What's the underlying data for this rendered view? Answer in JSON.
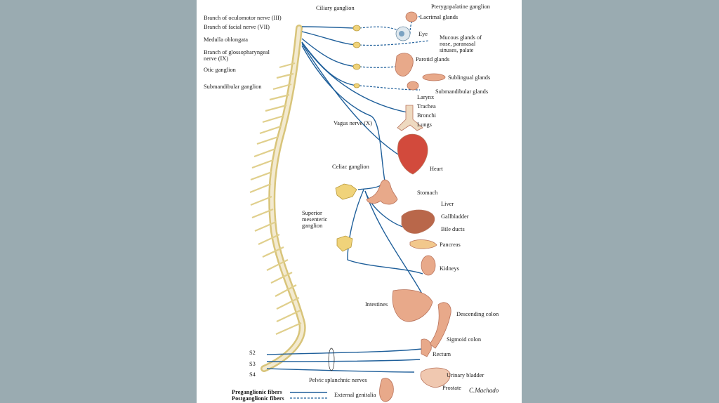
{
  "labels": {
    "branch_oculomotor": "Branch of oculomotor nerve (III)",
    "branch_facial": "Branch of facial nerve (VII)",
    "medulla": "Medulla oblongata",
    "branch_glosso_1": "Branch of glossopharyngeal",
    "branch_glosso_2": "nerve (IX)",
    "otic": "Otic ganglion",
    "submandibular_ganglion": "Submandibular ganglion",
    "ciliary": "Ciliary ganglion",
    "pterygopalatine": "Pterygopalatine ganglion",
    "lacrimal": "Lacrimal glands",
    "eye": "Eye",
    "mucous_1": "Mucous glands of",
    "mucous_2": "nose, paranasal",
    "mucous_3": "sinuses, palate",
    "parotid": "Parotid glands",
    "sublingual": "Sublingual glands",
    "submandibular_glands": "Submandibular glands",
    "larynx": "Larynx",
    "trachea": "Trachea",
    "bronchi": "Bronchi",
    "lungs": "Lungs",
    "vagus": "Vagus nerve (X)",
    "heart": "Heart",
    "celiac": "Celiac ganglion",
    "stomach": "Stomach",
    "liver": "Liver",
    "gallbladder": "Gallbladder",
    "bile_ducts": "Bile ducts",
    "pancreas": "Pancreas",
    "superior_1": "Superior",
    "superior_2": "mesenteric",
    "superior_3": "ganglion",
    "kidneys": "Kidneys",
    "intestines": "Intestines",
    "descending_colon": "Descending colon",
    "sigmoid_colon": "Sigmoid colon",
    "rectum": "Rectum",
    "s2": "S2",
    "s3": "S3",
    "s4": "S4",
    "pelvic_splanchnic": "Pelvic splanchnic nerves",
    "urinary_bladder": "Urinary bladder",
    "prostate": "Prostate",
    "external_genitalia": "External genitalia",
    "signature": "C.Machado"
  },
  "legend": {
    "preganglionic": "Preganglionic fibers",
    "postganglionic": "Postganglionic fibers"
  },
  "colors": {
    "background": "#9aabb1",
    "slide": "#ffffff",
    "nerve_blue": "#1f5f9a",
    "spine": "#e8dca0",
    "ganglion": "#f0d37a",
    "organ": "#e8a98a"
  }
}
